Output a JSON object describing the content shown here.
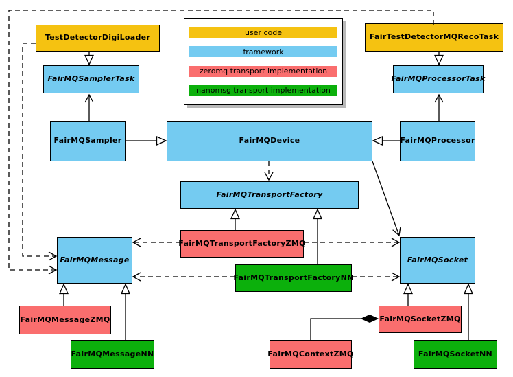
{
  "legend": {
    "items": [
      {
        "label": "user code",
        "color": "#F5C211"
      },
      {
        "label": "framework",
        "color": "#74CBF1"
      },
      {
        "label": "zeromq transport implementation",
        "color": "#FA6E6E"
      },
      {
        "label": "nanomsg transport implementation",
        "color": "#0CB00C"
      }
    ]
  },
  "colors": {
    "user_code": "#F5C211",
    "framework": "#74CBF1",
    "zeromq": "#FA6E6E",
    "nanomsg": "#0CB00C",
    "edge": "#000000",
    "background": "#FFFFFF"
  },
  "nodes": {
    "digiloader": {
      "label": "TestDetectorDigiLoader",
      "category": "user code",
      "abstract": false
    },
    "recotask": {
      "label": "FairTestDetectorMQRecoTask",
      "category": "user code",
      "abstract": false
    },
    "samplertask": {
      "label": "FairMQSamplerTask",
      "category": "framework",
      "abstract": true
    },
    "processortask": {
      "label": "FairMQProcessorTask",
      "category": "framework",
      "abstract": true
    },
    "sampler": {
      "label": "FairMQSampler",
      "category": "framework",
      "abstract": false
    },
    "device": {
      "label": "FairMQDevice",
      "category": "framework",
      "abstract": false
    },
    "processor": {
      "label": "FairMQProcessor",
      "category": "framework",
      "abstract": false
    },
    "factory": {
      "label": "FairMQTransportFactory",
      "category": "framework",
      "abstract": true
    },
    "factoryzmq": {
      "label": "FairMQTransportFactoryZMQ",
      "category": "zeromq",
      "abstract": false
    },
    "factorynn": {
      "label": "FairMQTransportFactoryNN",
      "category": "nanomsg",
      "abstract": false
    },
    "message": {
      "label": "FairMQMessage",
      "category": "framework",
      "abstract": true
    },
    "socket": {
      "label": "FairMQSocket",
      "category": "framework",
      "abstract": true
    },
    "messagezmq": {
      "label": "FairMQMessageZMQ",
      "category": "zeromq",
      "abstract": false
    },
    "messagenn": {
      "label": "FairMQMessageNN",
      "category": "nanomsg",
      "abstract": false
    },
    "contextzmq": {
      "label": "FairMQContextZMQ",
      "category": "zeromq",
      "abstract": false
    },
    "socketzmq": {
      "label": "FairMQSocketZMQ",
      "category": "zeromq",
      "abstract": false
    },
    "socketnn": {
      "label": "FairMQSocketNN",
      "category": "nanomsg",
      "abstract": false
    }
  },
  "edges": [
    {
      "from": "TestDetectorDigiLoader",
      "to": "FairMQSamplerTask",
      "line": "solid",
      "head": "hollow-triangle"
    },
    {
      "from": "FairTestDetectorMQRecoTask",
      "to": "FairMQProcessorTask",
      "line": "solid",
      "head": "hollow-triangle"
    },
    {
      "from": "FairMQSampler",
      "to": "FairMQSamplerTask",
      "line": "solid",
      "head": "open-arrow"
    },
    {
      "from": "FairMQProcessor",
      "to": "FairMQProcessorTask",
      "line": "solid",
      "head": "open-arrow"
    },
    {
      "from": "FairMQSampler",
      "to": "FairMQDevice",
      "line": "solid",
      "head": "hollow-triangle"
    },
    {
      "from": "FairMQProcessor",
      "to": "FairMQDevice",
      "line": "solid",
      "head": "hollow-triangle"
    },
    {
      "from": "FairMQDevice",
      "to": "FairMQTransportFactory",
      "line": "dashed",
      "head": "open-arrow"
    },
    {
      "from": "FairMQDevice",
      "to": "FairMQSocket",
      "line": "solid",
      "head": "open-arrow"
    },
    {
      "from": "FairMQTransportFactoryZMQ",
      "to": "FairMQTransportFactory",
      "line": "solid",
      "head": "hollow-triangle"
    },
    {
      "from": "FairMQTransportFactoryNN",
      "to": "FairMQTransportFactory",
      "line": "solid",
      "head": "hollow-triangle"
    },
    {
      "from": "FairMQTransportFactoryZMQ",
      "to": "FairMQMessage",
      "line": "dashed",
      "head": "open-arrow"
    },
    {
      "from": "FairMQTransportFactoryZMQ",
      "to": "FairMQSocket",
      "line": "dashed",
      "head": "open-arrow"
    },
    {
      "from": "FairMQTransportFactoryNN",
      "to": "FairMQMessage",
      "line": "dashed",
      "head": "open-arrow"
    },
    {
      "from": "FairMQTransportFactoryNN",
      "to": "FairMQSocket",
      "line": "dashed",
      "head": "open-arrow"
    },
    {
      "from": "TestDetectorDigiLoader",
      "to": "FairMQMessage",
      "line": "dashed",
      "head": "open-arrow"
    },
    {
      "from": "FairTestDetectorMQRecoTask",
      "to": "FairMQMessage",
      "line": "dashed",
      "head": "open-arrow"
    },
    {
      "from": "FairMQMessageZMQ",
      "to": "FairMQMessage",
      "line": "solid",
      "head": "hollow-triangle"
    },
    {
      "from": "FairMQMessageNN",
      "to": "FairMQMessage",
      "line": "solid",
      "head": "hollow-triangle"
    },
    {
      "from": "FairMQSocketZMQ",
      "to": "FairMQSocket",
      "line": "solid",
      "head": "hollow-triangle"
    },
    {
      "from": "FairMQSocketNN",
      "to": "FairMQSocket",
      "line": "solid",
      "head": "hollow-triangle"
    },
    {
      "from": "FairMQContextZMQ",
      "to": "FairMQSocketZMQ",
      "line": "solid",
      "head": "filled-diamond"
    }
  ]
}
